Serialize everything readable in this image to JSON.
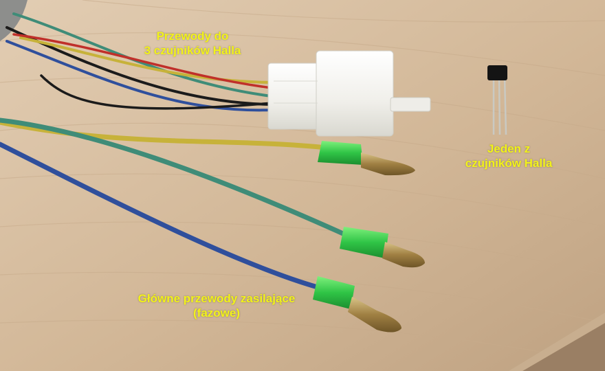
{
  "labels": {
    "hall_wires_line1": "Przewody do",
    "hall_wires_line2": "3 czujników Halla",
    "one_sensor_line1": "Jeden z",
    "one_sensor_line2": "czujników Halla",
    "phase_wires_line1": "Główne przewody zasilające",
    "phase_wires_line2": "(fazowe)"
  },
  "colors": {
    "label_text": "#f2f21a",
    "wood_light": "#d9c2a6",
    "wood_dark": "#b89a7c",
    "connector_white": "#f4f4f2",
    "sleeve_green": "#35d04a",
    "pin_brass": "#a88a4c",
    "wire_yellow": "#c7b23a",
    "wire_green": "#3f8c78",
    "wire_blue": "#2f4f9c",
    "wire_red": "#c0302a",
    "wire_black": "#1b1b1b",
    "sensor_black": "#141414"
  }
}
